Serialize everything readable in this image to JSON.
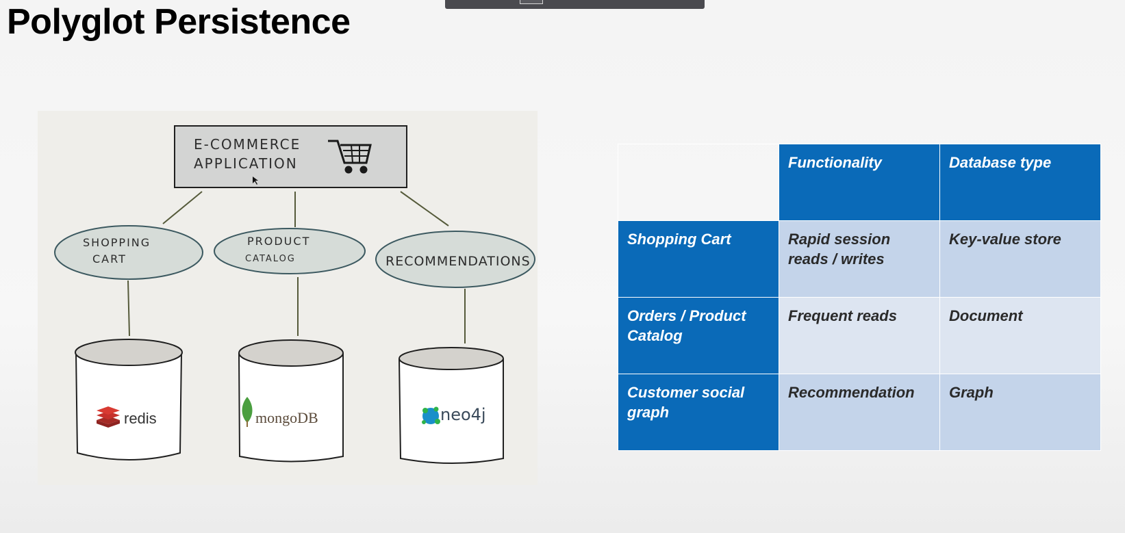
{
  "slide": {
    "title": "Polyglot Persistence"
  },
  "diagram": {
    "app_box": {
      "line1": "E-COMMERCE",
      "line2": "APPLICATION",
      "icon": "shopping-cart-icon"
    },
    "services": [
      {
        "line1": "SHOPPING",
        "line2": "CART"
      },
      {
        "line1": "PRODUCT",
        "line2": "CATALOG"
      },
      {
        "line1": "RECOMMENDATIONS",
        "line2": ""
      }
    ],
    "databases": [
      {
        "logo_text": "redis",
        "icon": "redis-logo-icon",
        "color": "#c6302b"
      },
      {
        "logo_text": "mongoDB",
        "icon": "mongodb-leaf-icon",
        "color": "#4a9e3f"
      },
      {
        "logo_text": "neo4j",
        "icon": "neo4j-graph-icon",
        "color": "#1a8fc9"
      }
    ]
  },
  "table": {
    "headers": [
      "",
      "Functionality",
      "Database type"
    ],
    "rows": [
      {
        "label": "Shopping Cart",
        "functionality": "Rapid session reads / writes",
        "type": "Key-value store"
      },
      {
        "label": "Orders / Product Catalog",
        "functionality": "Frequent reads",
        "type": "Document"
      },
      {
        "label": "Customer social graph",
        "functionality": "Recommendation",
        "type": "Graph"
      }
    ],
    "colors": {
      "header": "#0a6ab8",
      "cell_dark": "#c4d4ea",
      "cell_light": "#dde5f1"
    }
  }
}
